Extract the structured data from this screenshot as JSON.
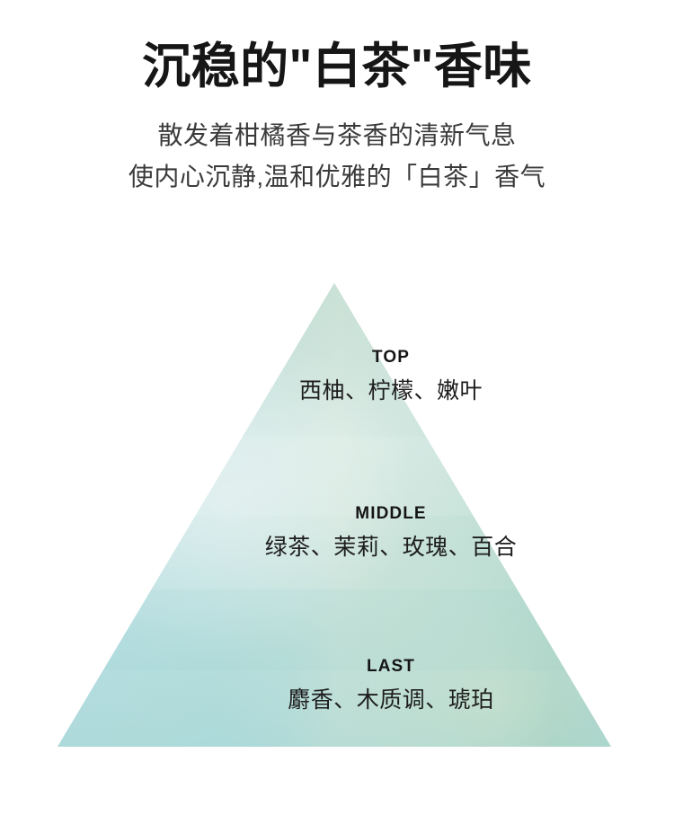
{
  "header": {
    "title": "沉稳的\"白茶\"香味",
    "subtitles": [
      "散发着柑橘香与茶香的清新气息",
      "使内心沉静,温和优雅的「白茶」香气"
    ]
  },
  "pyramid": {
    "tiers": [
      {
        "name": "TOP",
        "notes": "西柚、柠檬、嫩叶"
      },
      {
        "name": "MIDDLE",
        "notes": "绿茶、茉莉、玫瑰、百合"
      },
      {
        "name": "LAST",
        "notes": "麝香、木质调、琥珀"
      }
    ]
  },
  "colors": {
    "background": "#ffffff",
    "title_text": "#161616",
    "subtitle_text": "#3a3a3a",
    "tier_label_text": "#151515",
    "pyramid_apex": "#b8d9d0",
    "pyramid_middle": "#c5e0dd",
    "pyramid_base_left": "#9ed3d8",
    "pyramid_base_right": "#93c9b8",
    "pyramid_highlight": "#e7efdf"
  }
}
